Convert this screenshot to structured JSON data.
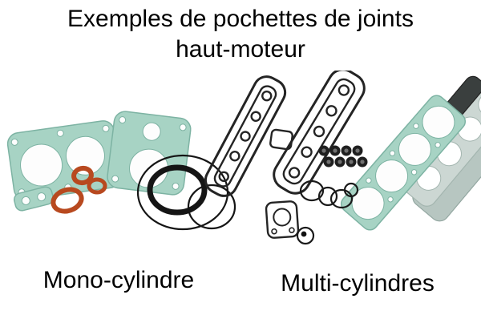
{
  "title": {
    "line1": "Exemples de pochettes de joints",
    "line2": "haut-moteur"
  },
  "captions": {
    "mono": "Mono-cylindre",
    "multi": "Multi-cylindres"
  },
  "colors": {
    "background": "#ffffff",
    "teal": "#a7d3c4",
    "teal_dark": "#7db3a3",
    "orange": "#b8491f",
    "outline": "#242424"
  }
}
